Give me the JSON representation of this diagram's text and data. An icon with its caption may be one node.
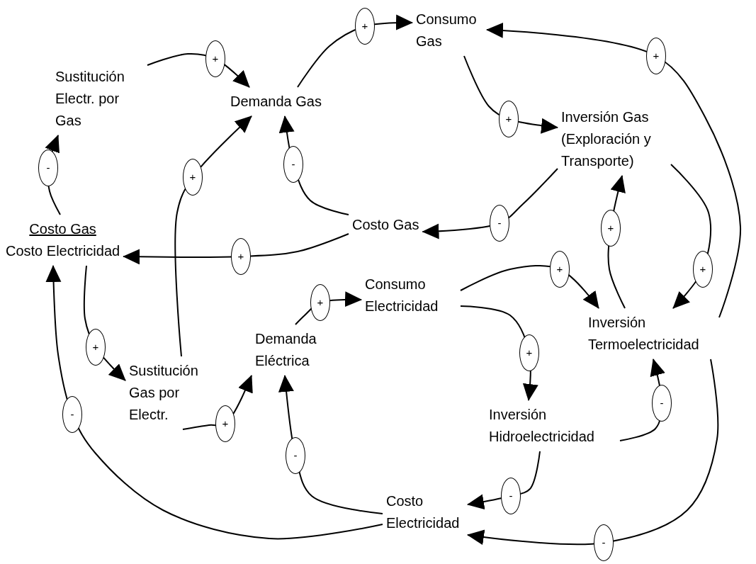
{
  "diagram": {
    "nodes": [
      {
        "text": [
          "Sustitución Electr. por Gas"
        ]
      },
      {
        "text": [
          "Demanda Gas"
        ]
      },
      {
        "text": [
          "Consumo Gas"
        ]
      },
      {
        "text": [
          "Inversión Gas (Exploración y Transporte)"
        ]
      },
      {
        "text": [
          "Costo Gas",
          "Costo Electricidad"
        ]
      },
      {
        "text": [
          "Costo Gas"
        ]
      },
      {
        "text": [
          "Consumo Electricidad"
        ]
      },
      {
        "text": [
          "Inversión Termoelectricidad"
        ]
      },
      {
        "text": [
          "Demanda Eléctrica"
        ]
      },
      {
        "text": [
          "Sustitución Gas por Electr."
        ]
      },
      {
        "text": [
          "Inversión Hidroelectricidad"
        ]
      },
      {
        "text": [
          "Costo Electricidad"
        ]
      }
    ],
    "edges": [
      {
        "from": 0,
        "to": 1,
        "arrow": "to",
        "label": "+"
      },
      {
        "from": 1,
        "to": 2,
        "arrow": "to",
        "label": "+"
      },
      {
        "from": 2,
        "to": 3,
        "arrow": "to",
        "label": "+"
      },
      {
        "from": 3,
        "to": 5,
        "arrow": "to",
        "label": "-"
      },
      {
        "from": 5,
        "to": 1,
        "arrow": "to",
        "label": "-"
      },
      {
        "from": 5,
        "to": 4,
        "arrow": "to",
        "label": "+"
      },
      {
        "from": 4,
        "to": 0,
        "arrow": "to",
        "label": "-"
      },
      {
        "from": 4,
        "to": 9,
        "arrow": "to",
        "label": "+"
      },
      {
        "from": 9,
        "to": 1,
        "arrow": "to",
        "label": "+"
      },
      {
        "from": 9,
        "to": 8,
        "arrow": "to",
        "label": "+"
      },
      {
        "from": 8,
        "to": 6,
        "arrow": "to",
        "label": "+"
      },
      {
        "from": 6,
        "to": 7,
        "arrow": "to",
        "label": "+"
      },
      {
        "from": 6,
        "to": 10,
        "arrow": "to",
        "label": "+"
      },
      {
        "from": 10,
        "to": 7,
        "arrow": "to",
        "label": "-"
      },
      {
        "from": 7,
        "to": 3,
        "arrow": "to",
        "label": "+"
      },
      {
        "from": 3,
        "to": 7,
        "arrow": "to",
        "label": "+"
      },
      {
        "from": 7,
        "to": 2,
        "arrow": "to",
        "label": "+"
      },
      {
        "from": 7,
        "to": 11,
        "arrow": "to",
        "label": "-"
      },
      {
        "from": 10,
        "to": 11,
        "arrow": "to",
        "label": "-"
      },
      {
        "from": 11,
        "to": 8,
        "arrow": "to",
        "label": "-"
      },
      {
        "from": 11,
        "to": 4,
        "arrow": "to",
        "label": "-"
      }
    ]
  }
}
